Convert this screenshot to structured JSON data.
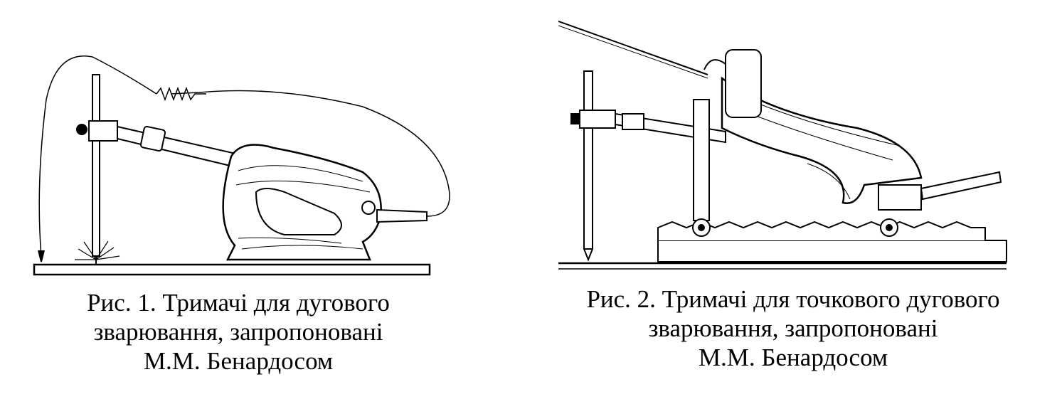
{
  "figures": [
    {
      "illustration": "arc-welding-holder-drawing",
      "caption_lines": [
        "Рис. 1. Тримачі для дугового",
        "зварювання, запропоновані",
        "М.М. Бенардосом"
      ]
    },
    {
      "illustration": "spot-arc-welding-holder-drawing",
      "caption_lines": [
        "Рис. 2. Тримачі для точкового дугового",
        "зварювання, запропоновані",
        "М.М. Бенардосом"
      ]
    }
  ]
}
